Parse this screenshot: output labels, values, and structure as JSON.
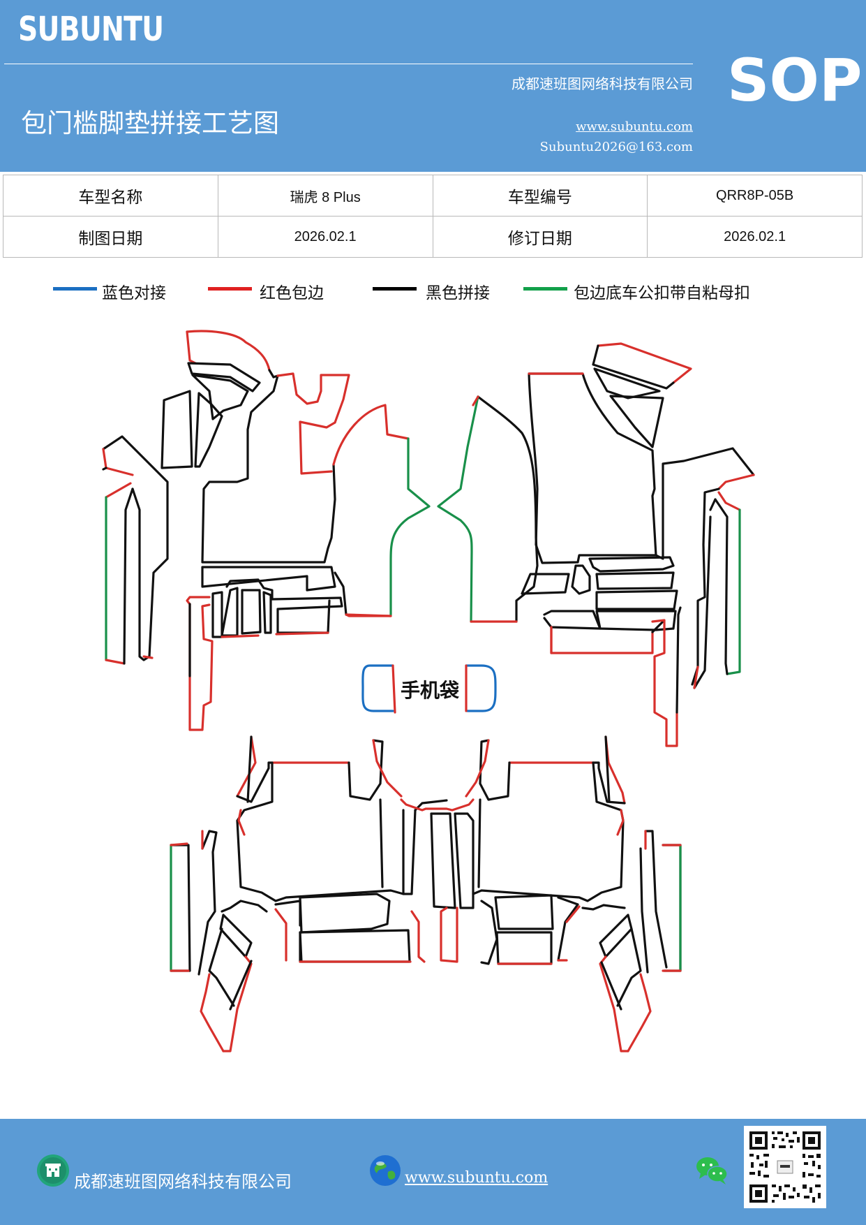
{
  "header": {
    "brand": "SUBUNTU",
    "company": "成都速班图网络科技有限公司",
    "title": "包门槛脚垫拼接工艺图",
    "website": "www.subuntu.com",
    "email": "Subuntu2026@163.com",
    "badge": "SOP"
  },
  "info_table": {
    "model_name_label": "车型名称",
    "model_name_value": "瑞虎 8 Plus",
    "model_code_label": "车型编号",
    "model_code_value": "QRR8P-05B",
    "draw_date_label": "制图日期",
    "draw_date_value": "2026.02.1",
    "revise_date_label": "修订日期",
    "revise_date_value": "2026.02.1"
  },
  "legend": [
    {
      "label": "蓝色对接",
      "color": "#1b6fc2"
    },
    {
      "label": "红色包边",
      "color": "#e02020"
    },
    {
      "label": "黑色拼接",
      "color": "#000000"
    },
    {
      "label": "包边底车公扣带自粘母扣",
      "color": "#12a04a"
    }
  ],
  "drawing": {
    "phone_bag_label": "手机袋",
    "colors": {
      "blue": "#1b6fc2",
      "red": "#d8302c",
      "black": "#111111",
      "green": "#19904a"
    }
  },
  "footer": {
    "company": "成都速班图网络科技有限公司",
    "website": "www.subuntu.com",
    "icons": [
      "building-icon",
      "globe-icon",
      "wechat-icon",
      "qr-code"
    ]
  },
  "colors": {
    "brand_blue": "#5b9bd5"
  }
}
